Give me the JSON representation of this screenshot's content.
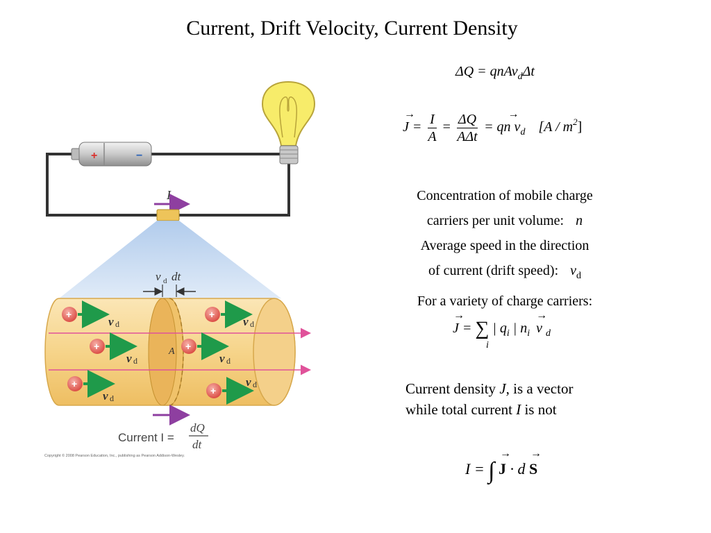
{
  "slide": {
    "title": "Current, Drift Velocity, Current Density"
  },
  "figure": {
    "current_label": "I",
    "plus_sign": "+",
    "minus_sign": "−",
    "drift_label": "v",
    "drift_sub": "d",
    "drift_dt": "dt",
    "area_label": "A",
    "vector_v": "v",
    "vector_sub": "d",
    "current_formula_text": "Current I =",
    "current_formula_num": "dQ",
    "current_formula_den": "dt",
    "copyright": "Copyright © 2008 Pearson Education, Inc., publishing as Pearson Addison-Wesley."
  },
  "equations": {
    "charge": "ΔQ = qnAv",
    "charge_sub": "d",
    "charge_tail": "Δt",
    "density_lhs": "J =",
    "density_f1_num": "I",
    "density_f1_den": "A",
    "density_f2_num": "ΔQ",
    "density_f2_den": "AΔt",
    "density_eq": "=",
    "density_rhs": "= qn v",
    "density_rhs_sub": "d",
    "units": "[A / m",
    "units_sup": "2",
    "units_close": "]",
    "sum_lhs": "J =",
    "sum_body": "| q",
    "sum_i1": "i",
    "sum_mid": "| n",
    "sum_i2": "i",
    "sum_v": "v",
    "sum_d": "d",
    "sum_index": "i",
    "integral_lhs": "I =",
    "integral_J": "J",
    "integral_dot": "· d",
    "integral_S": "S"
  },
  "text": {
    "line1": "Concentration of mobile charge",
    "line2": "carriers per unit volume:",
    "line2_sym": "n",
    "line3": "Average speed in the direction",
    "line4": "of current (drift speed):",
    "line4_sym": "v",
    "line4_sub": "d",
    "line5": "For a variety of charge carriers:",
    "note_a": "Current density",
    "note_J": "J",
    "note_b": ", is a vector",
    "note_c": "while total current",
    "note_I": "I",
    "note_d": "is not"
  },
  "colors": {
    "wire": "#333333",
    "bulb": "#f7ec6a",
    "cylinder": "#f8d894",
    "arrow_green": "#1f9a4a",
    "field_line": "#e0529a",
    "current_arrow": "#8e3fa0",
    "beam": "#a9c6ea"
  }
}
